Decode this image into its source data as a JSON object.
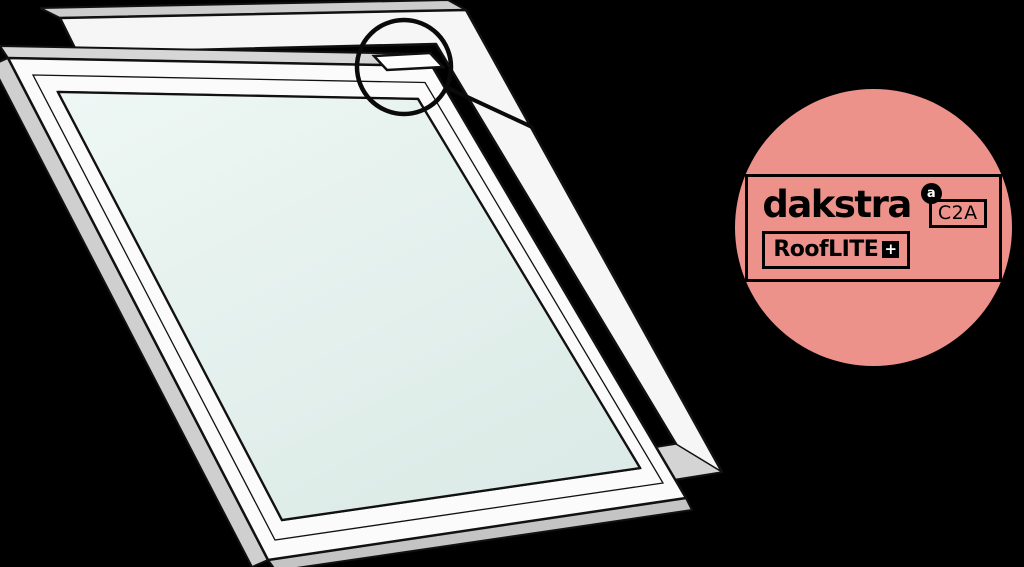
{
  "page": {
    "background_color": "#000000"
  },
  "illustration": {
    "name": "roof-window-exploded-view",
    "frame_color": "#f6f6f6",
    "sash_color": "#fbfbfb",
    "shade_top_color": "#d6d6d6",
    "shade_side_color": "#cfcfcf",
    "shade_bottom_color": "#c4c4c4",
    "shade_rail_color": "#d4d4d4",
    "glass_color_top": "#eef7f4",
    "glass_color_bottom": "#dcebe7",
    "edge_color": "#111111",
    "callout_color": "#0a0a0a"
  },
  "brand": {
    "circle_color": "#EC928A",
    "primary": "dakstra",
    "badge": "a",
    "code": "C2A",
    "secondary": "RoofLITE",
    "plus": "+",
    "frame_border_color": "#000000",
    "text_color": "#000000"
  }
}
